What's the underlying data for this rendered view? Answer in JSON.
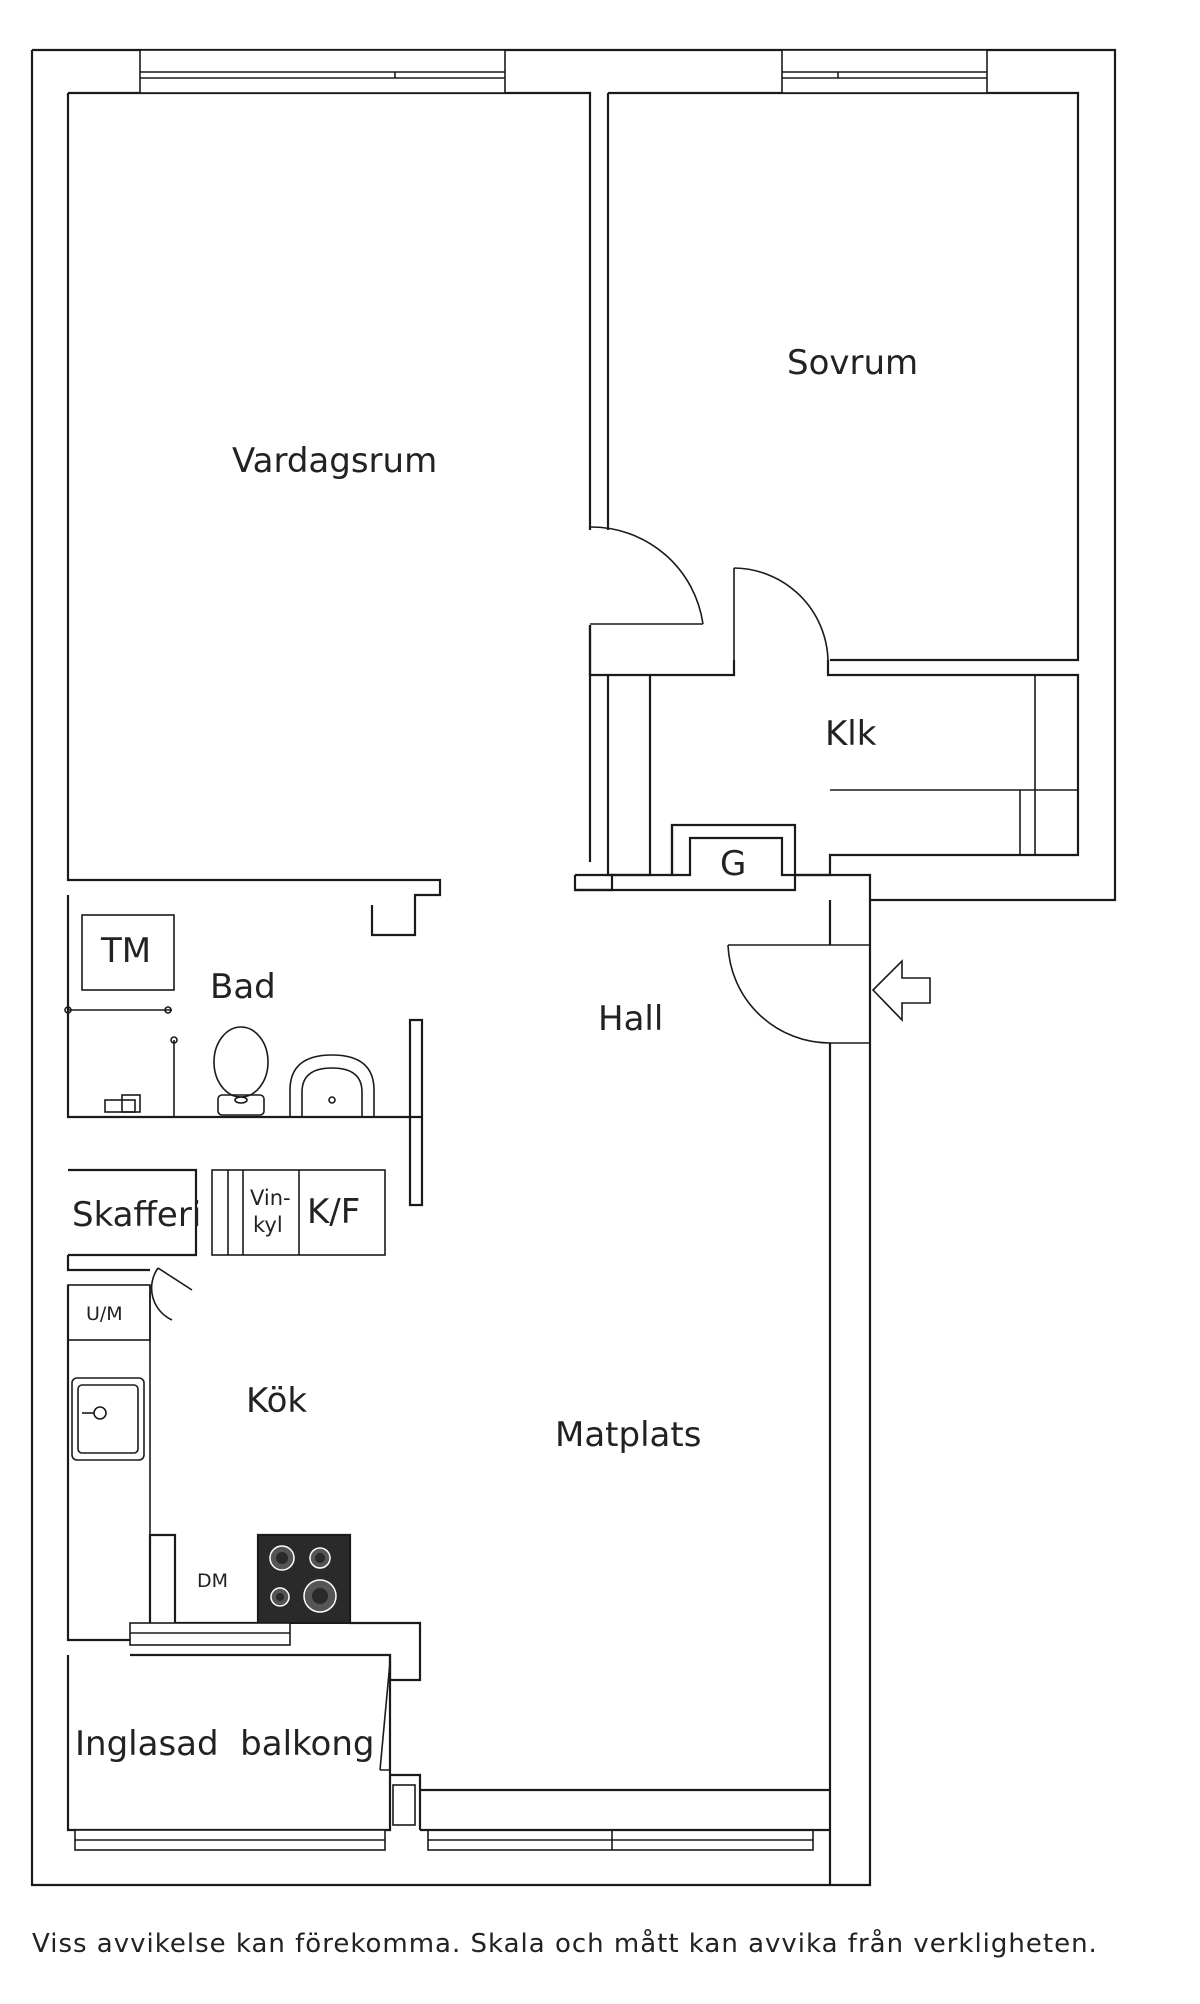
{
  "rooms": {
    "vardagsrum": "Vardagsrum",
    "sovrum": "Sovrum",
    "klk": "Klk",
    "g": "G",
    "bad": "Bad",
    "tm": "TM",
    "hall": "Hall",
    "skafferi": "Skafferi",
    "vinkyl_line1": "Vin-",
    "vinkyl_line2": "kyl",
    "kf": "K/F",
    "um": "U/M",
    "kok": "Kök",
    "matplats": "Matplats",
    "dm": "DM",
    "balkong": "Inglasad  balkong"
  },
  "footer": {
    "disclaimer": "Viss avvikelse kan förekomma. Skala och mått kan avvika från verkligheten."
  }
}
